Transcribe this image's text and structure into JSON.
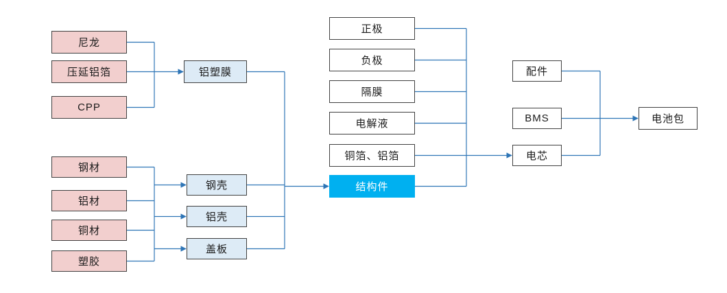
{
  "diagram": {
    "nodes": {
      "nylon": "尼龙",
      "rolled_aluminum_foil": "压延铝箔",
      "cpp": "CPP",
      "steel": "钢材",
      "aluminum": "铝材",
      "copper": "铜材",
      "plastic": "塑胶",
      "aluminum_plastic_film": "铝塑膜",
      "steel_shell": "钢壳",
      "aluminum_shell": "铝壳",
      "cover_plate": "盖板",
      "cathode": "正极",
      "anode": "负极",
      "separator": "隔膜",
      "electrolyte": "电解液",
      "copper_foil_aluminum_foil": "铜箔、铝箔",
      "structural_parts": "结构件",
      "accessories": "配件",
      "bms": "BMS",
      "battery_cell": "电芯",
      "battery_pack": "电池包"
    },
    "edges": [
      {
        "from": [
          "尼龙",
          "压延铝箔",
          "CPP"
        ],
        "to": "铝塑膜"
      },
      {
        "from": [
          "钢材",
          "铝材",
          "铜材",
          "塑胶"
        ],
        "to": "钢壳"
      },
      {
        "from": [
          "钢材",
          "铝材",
          "铜材",
          "塑胶"
        ],
        "to": "铝壳"
      },
      {
        "from": [
          "钢材",
          "铝材",
          "铜材",
          "塑胶"
        ],
        "to": "盖板"
      },
      {
        "from": [
          "铝塑膜",
          "钢壳",
          "铝壳",
          "盖板"
        ],
        "to": "结构件"
      },
      {
        "from": [
          "正极",
          "负极",
          "隔膜",
          "电解液",
          "铜箔、铝箔",
          "结构件"
        ],
        "to": "电芯"
      },
      {
        "from": [
          "配件",
          "BMS",
          "电芯"
        ],
        "to": "电池包"
      }
    ],
    "colors": {
      "material_fill": "#F2CFCE",
      "component_fill": "#DDEBF6",
      "plain_fill": "#FFFFFF",
      "highlight_fill": "#00B0F0",
      "highlight_text": "#FFFFFF",
      "line": "#2E75B6",
      "border": "#404040"
    }
  }
}
